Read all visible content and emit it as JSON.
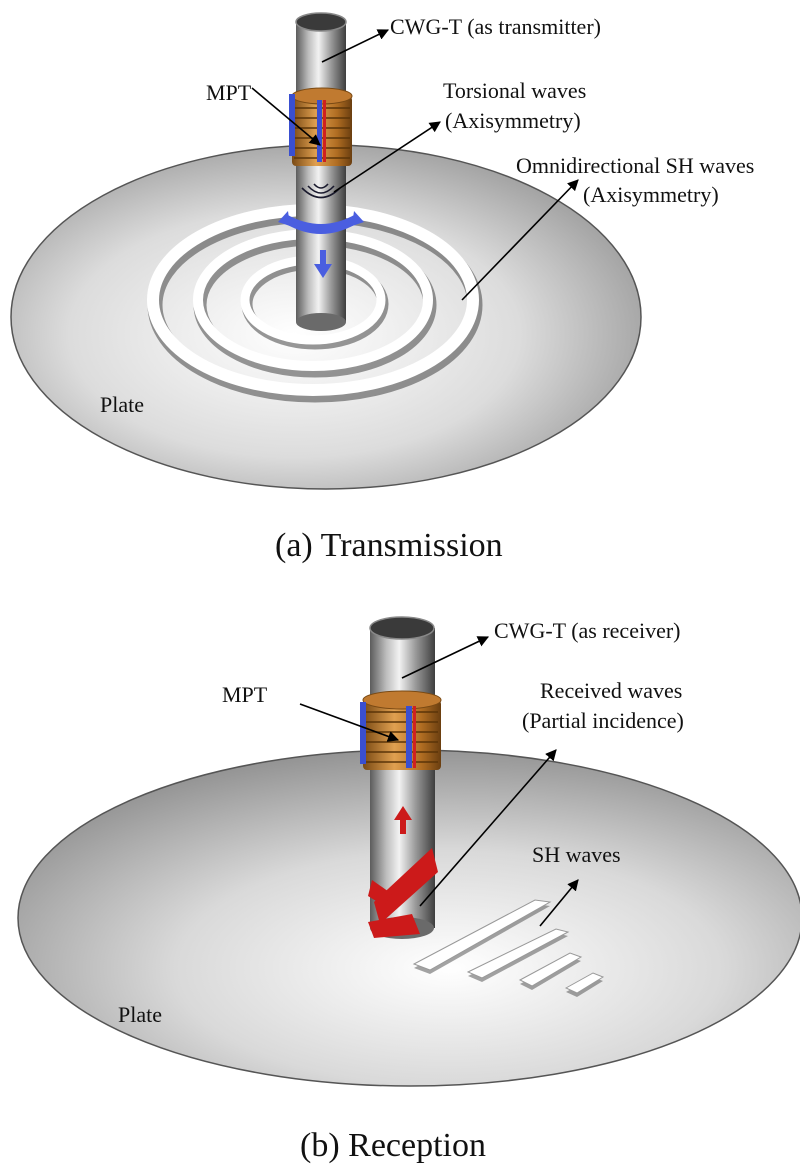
{
  "panel_a": {
    "labels": {
      "cwg": "CWG-T (as transmitter)",
      "mpt": "MPT",
      "torsional_1": "Torsional waves",
      "torsional_2": "(Axisymmetry)",
      "omni_1": "Omnidirectional SH waves",
      "omni_2": "(Axisymmetry)",
      "plate": "Plate"
    },
    "caption": "(a)  Transmission"
  },
  "panel_b": {
    "labels": {
      "cwg": "CWG-T (as receiver)",
      "mpt": "MPT",
      "received_1": "Received waves",
      "received_2": "(Partial incidence)",
      "sh": "SH waves",
      "plate": "Plate"
    },
    "caption": "(b)  Reception"
  },
  "colors": {
    "coil": "#c8822a",
    "magnet_blue": "#3a4fd0",
    "wave_blue": "#4a5ee0",
    "wave_red": "#cc1a1a",
    "ring": "#ffffff",
    "plate_light": "#fafafa",
    "plate_dark": "#8e8e8e"
  }
}
